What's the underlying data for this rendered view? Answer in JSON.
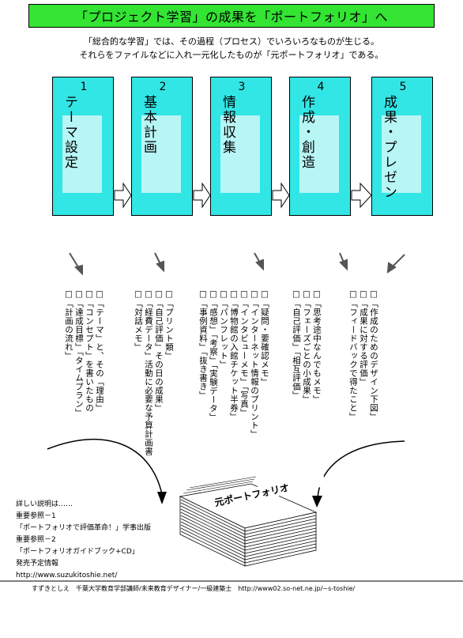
{
  "title": "「プロジェクト学習」の成果を「ポートフォリオ」へ",
  "intro": [
    "「総合的な学習」では、その過程（プロセス）でいろいろなものが生じる。",
    "それらをファイルなどに入れ一元化したものが「元ポートフォリオ」である。"
  ],
  "stages": [
    {
      "num": "1",
      "label": "テーマ設定"
    },
    {
      "num": "2",
      "label": "基本計画"
    },
    {
      "num": "3",
      "label": "情報収集"
    },
    {
      "num": "4",
      "label": "作成・創造"
    },
    {
      "num": "5",
      "label": "成果・プレゼン"
    }
  ],
  "item_columns": [
    [
      "□「テーマ」と、その「理由」",
      "□「コンセプト」を書いたもの",
      "□「達成目標」「タイムプラン」",
      "□「計画の流れ」"
    ],
    [
      "□「プリント類」",
      "□「自己評価」その日の成果」",
      "□「経費データ」活動に必要な予算計画書",
      "□「対話メモ」"
    ],
    [
      "□「疑問・要確認メモ」",
      "□「インターネット情報のプリント」",
      "□「インタビューメモ」「写真」",
      "□「博物館の入館チケット半券」",
      "□「パンフレット」",
      "□「感想」「考察」「実験データ」",
      "□「事例資料」「抜き書き」"
    ],
    [
      "□「思考途中なんでもメモ」",
      "□「フェーズごとの小成果」",
      "□「自己評価」「相互評価」"
    ],
    [
      "□「作成のためのデザイン下図」",
      "□「成果に対する評価」",
      "□「フィードバックで得たこと」"
    ]
  ],
  "portfolio_label": "元ポートフォリオ",
  "info_lines": [
    "詳しい説明は……",
    "重要参照－1",
    "「ポートフォリオで評価革命！」学事出版",
    "重要参照－2",
    "「ポートフォリオガイドブック+CD」",
    "発売予定情報",
    "http://www.suzukitoshie.net/"
  ],
  "footer": "すずきとしえ　千葉大学教育学部講師/未来教育デザイナー/一級建築士　http://www02.so-net.ne.jp/~s-toshie/"
}
